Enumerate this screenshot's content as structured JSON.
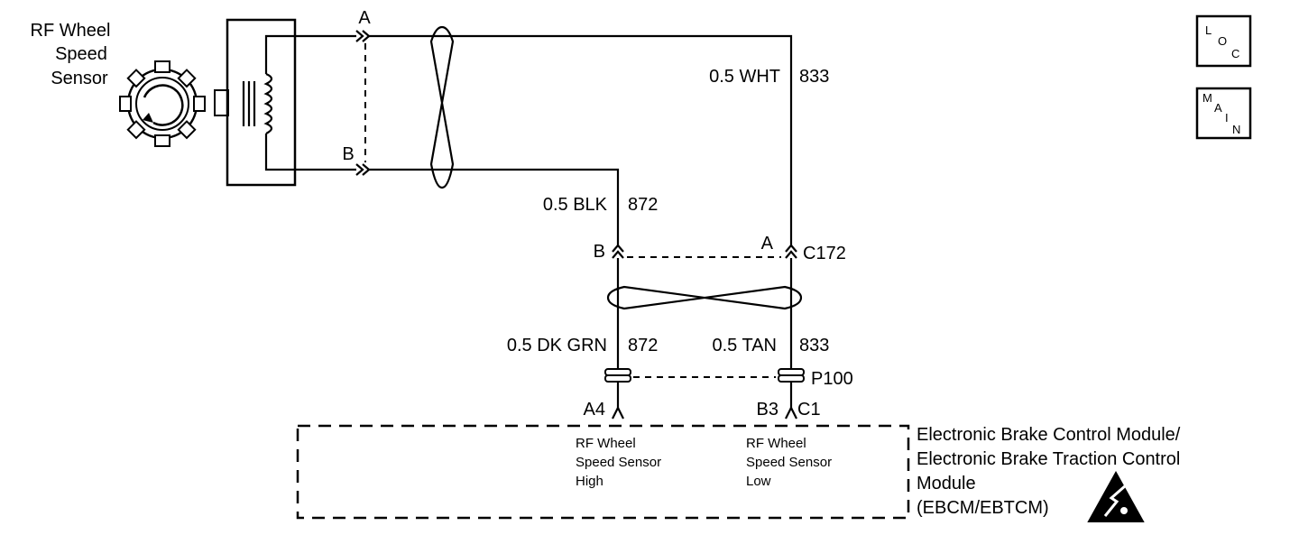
{
  "sensor": {
    "line1": "RF Wheel",
    "line2": "Speed",
    "line3": "Sensor",
    "pin_a": "A",
    "pin_b": "B"
  },
  "wire_top": {
    "gauge": "0.5 WHT",
    "circuit": "833"
  },
  "wire_bottom": {
    "gauge": "0.5 BLK",
    "circuit": "872"
  },
  "connector_c172": {
    "name": "C172",
    "pin_a": "A",
    "pin_b": "B"
  },
  "wire_left_lower": {
    "gauge": "0.5 DK GRN",
    "circuit": "872"
  },
  "wire_right_lower": {
    "gauge": "0.5 TAN",
    "circuit": "833"
  },
  "connector_p100": {
    "name": "P100"
  },
  "module_pins": {
    "left": "A4",
    "right": "B3",
    "right_connector": "C1"
  },
  "module_inputs": {
    "high": [
      "RF Wheel",
      "Speed Sensor",
      "High"
    ],
    "low": [
      "RF Wheel",
      "Speed Sensor",
      "Low"
    ]
  },
  "module": {
    "line1": "Electronic Brake Control Module/",
    "line2": "Electronic Brake Traction Control",
    "line3": "Module",
    "line4": "(EBCM/EBTCM)"
  },
  "icons": {
    "loc": [
      "L",
      "O",
      "C"
    ],
    "main": [
      "M",
      "A",
      "I",
      "N"
    ],
    "esd": "esd-warning-icon"
  }
}
